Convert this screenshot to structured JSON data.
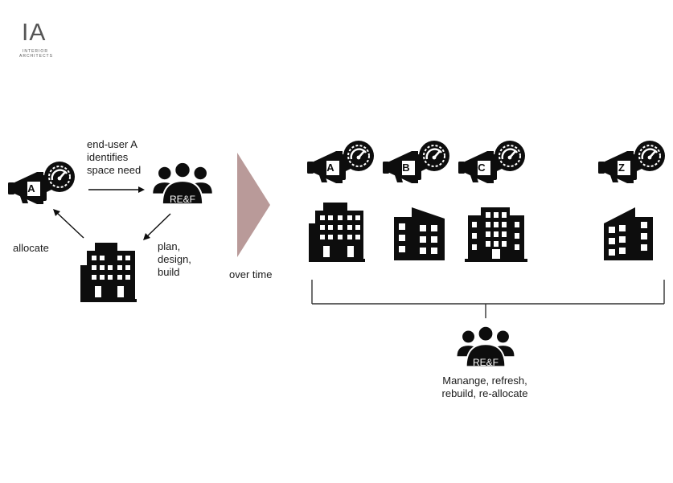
{
  "logo": {
    "mark": "IA",
    "line1": "INTERIOR",
    "line2": "ARCHITECTS"
  },
  "left_cycle": {
    "speaker_letter": "A",
    "team_label": "RE&F",
    "identify_text": [
      "end-user A",
      "identifies",
      "space need"
    ],
    "allocate_text": "allocate",
    "plan_text": [
      "plan,",
      "design,",
      "build"
    ]
  },
  "transition": {
    "label": "over time",
    "arrow_color": "#b99a99"
  },
  "right_side": {
    "speaker_letters": [
      "A",
      "B",
      "C",
      "Z"
    ],
    "team_label": "RE&F",
    "caption": [
      "Manange, refresh,",
      "rebuild, re-allocate"
    ]
  },
  "colors": {
    "ink": "#0d0d0d",
    "text": "#1a1a1a"
  }
}
